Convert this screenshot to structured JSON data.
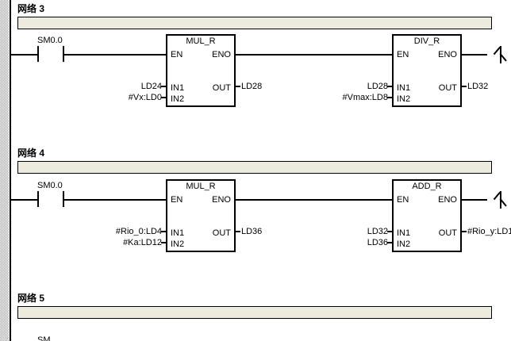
{
  "app": {
    "view": "ladder-diagram-editor",
    "rail_color": "#000000",
    "comment_bar_color": "#EDEBDE",
    "background_color": "#FFFFFF"
  },
  "networks": [
    {
      "title_prefix": "网络",
      "number": "3",
      "comment": "",
      "contact": {
        "label": "SM0.0",
        "type": "normally-open"
      },
      "blocks": [
        {
          "name": "MUL_R",
          "pins": {
            "en": "EN",
            "eno": "ENO",
            "in1": "IN1",
            "in2": "IN2",
            "out": "OUT"
          },
          "operands": {
            "in1": "LD24",
            "in2": "#Vx:LD0",
            "out": "LD28"
          }
        },
        {
          "name": "DIV_R",
          "pins": {
            "en": "EN",
            "eno": "ENO",
            "in1": "IN1",
            "in2": "IN2",
            "out": "OUT"
          },
          "operands": {
            "in1": "LD28",
            "in2": "#Vmax:LD8",
            "out": "LD32"
          }
        }
      ],
      "continuation": "arrow-right"
    },
    {
      "title_prefix": "网络",
      "number": "4",
      "comment": "",
      "contact": {
        "label": "SM0.0",
        "type": "normally-open"
      },
      "blocks": [
        {
          "name": "MUL_R",
          "pins": {
            "en": "EN",
            "eno": "ENO",
            "in1": "IN1",
            "in2": "IN2",
            "out": "OUT"
          },
          "operands": {
            "in1": "#Rio_0:LD4",
            "in2": "#Ka:LD12",
            "out": "LD36"
          }
        },
        {
          "name": "ADD_R",
          "pins": {
            "en": "EN",
            "eno": "ENO",
            "in1": "IN1",
            "in2": "IN2",
            "out": "OUT"
          },
          "operands": {
            "in1": "LD32",
            "in2": "LD36",
            "out": "#Rio_y:LD1"
          }
        }
      ],
      "continuation": "arrow-right"
    },
    {
      "title_prefix": "网络",
      "number": "5",
      "comment": "",
      "contact": null,
      "blocks": [],
      "continuation": null
    }
  ],
  "partial_bottom_text": "SM"
}
